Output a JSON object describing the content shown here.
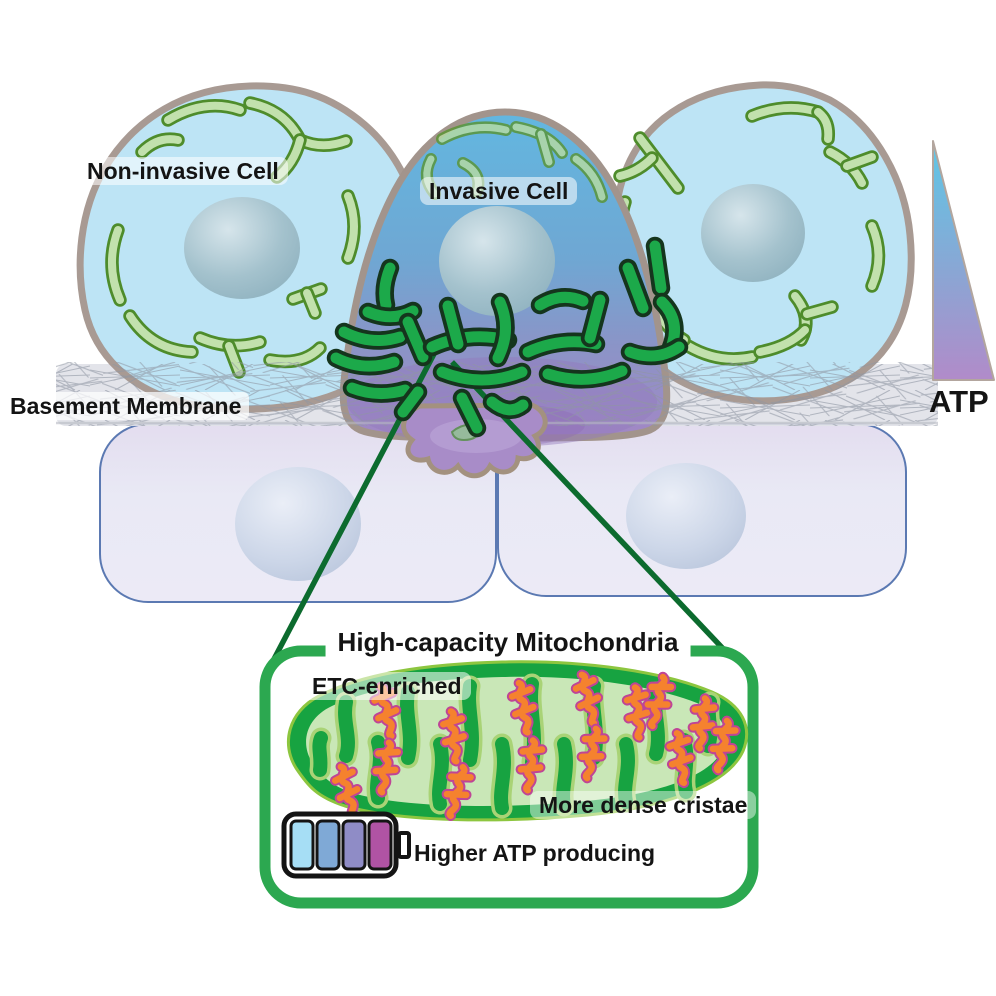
{
  "figure": {
    "cells": {
      "non_invasive_label": "Non-invasive Cell",
      "invasive_label": "Invasive Cell",
      "basement_membrane_label": "Basement Membrane"
    },
    "atp_gradient": {
      "label": "ATP",
      "top_color": "#5ec7e6",
      "mid_color": "#8aa6d4",
      "bottom_color": "#b18bc9"
    },
    "inset": {
      "title": "High-capacity Mitochondria",
      "etc_label": "ETC-enriched",
      "cristae_label": "More dense cristae",
      "battery_label": "Higher ATP producing"
    },
    "colors": {
      "inset_border": "#2ca850",
      "connector_line": "#0c6b2e",
      "non_invasive_fill": "#bde4f5",
      "cell_outline": "#a89a93",
      "invasive_top": "#62b7e0",
      "invasive_bottom": "#a287c5",
      "protrusion_fill": "#a88cc8",
      "mito_light_fill": "#c2e1ad",
      "mito_light_stroke": "#4e8c2b",
      "mito_dark_fill": "#1ca94a",
      "mito_dark_stroke": "#15351d",
      "mitochondrion_body": "#17a341",
      "matrix_fill": "#c9e7b7",
      "etc_complex_fill": "#f5822e",
      "etc_complex_stroke": "#bf4596",
      "battery_segments": [
        "#a6def5",
        "#7fa9d6",
        "#8f8cc6",
        "#b053a4"
      ]
    },
    "icons": [
      "atp-gradient-triangle-icon",
      "battery-icon",
      "mitochondrion-icon"
    ]
  }
}
